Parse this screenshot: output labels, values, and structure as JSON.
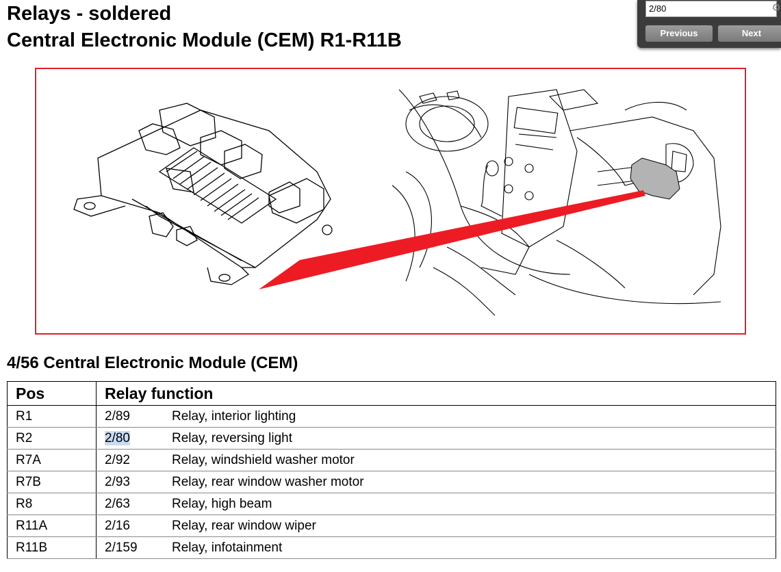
{
  "document": {
    "title_line1": "Relays - soldered",
    "title_line2": "Central Electronic Module (CEM) R1-R11B"
  },
  "section": {
    "title": "4/56 Central Electronic Module (CEM)"
  },
  "table": {
    "headers": [
      "Pos",
      "Relay function"
    ],
    "rows": [
      {
        "pos": "R1",
        "code": "2/89",
        "function": "Relay, interior lighting"
      },
      {
        "pos": "R2",
        "code": "2/80",
        "function": "Relay, reversing light",
        "highlighted": true
      },
      {
        "pos": "R7A",
        "code": "2/92",
        "function": "Relay, windshield washer motor"
      },
      {
        "pos": "R7B",
        "code": "2/93",
        "function": "Relay, rear window washer motor"
      },
      {
        "pos": "R8",
        "code": "2/63",
        "function": "Relay, high beam"
      },
      {
        "pos": "R11A",
        "code": "2/16",
        "function": "Relay, rear window wiper"
      },
      {
        "pos": "R11B",
        "code": "2/159",
        "function": "Relay, infotainment"
      }
    ]
  },
  "find_bar": {
    "query": "2/80",
    "previous_label": "Previous",
    "next_label": "Next",
    "settings_icon": "gear-icon"
  },
  "colors": {
    "figure_border": "#e0202a",
    "pointer": "#ed1c24",
    "highlight": "#c9dcf3",
    "find_bar_bg": "#3c3c3c"
  }
}
